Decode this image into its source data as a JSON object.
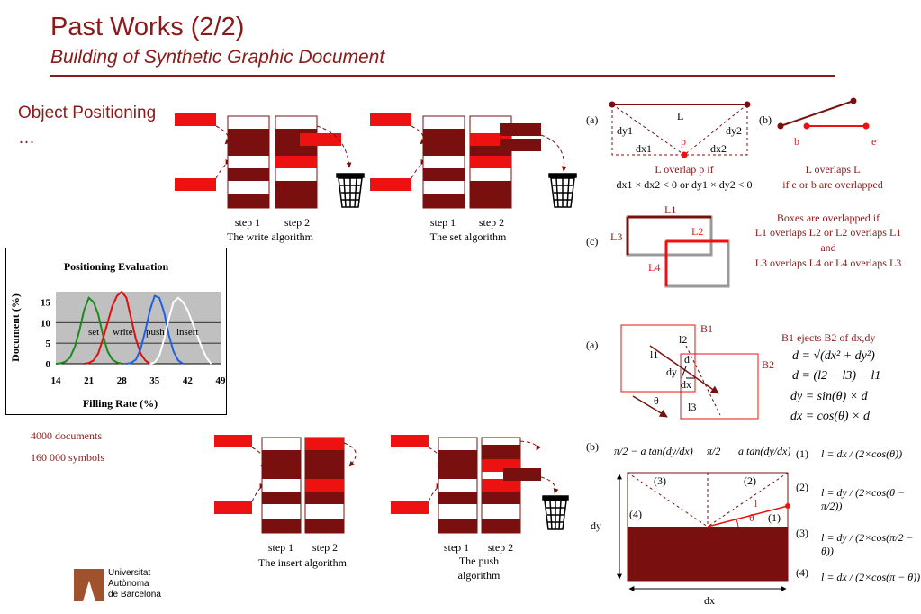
{
  "slide": {
    "title": "Past Works (2/2)",
    "subtitle": "Building of Synthetic Graphic Document",
    "object_positioning": "Object Positioning …",
    "stats_documents": "4000 documents",
    "stats_symbols": "160 000 symbols",
    "university_line1": "Universitat",
    "university_line2": "Autònoma",
    "university_line3": "de Barcelona"
  },
  "algorithms": {
    "write": {
      "step1": "step 1",
      "step2": "step 2",
      "name": "The write algorithm"
    },
    "set": {
      "step1": "step 1",
      "step2": "step 2",
      "name": "The set algorithm"
    },
    "insert": {
      "step1": "step 1",
      "step2": "step 2",
      "name": "The insert algorithm"
    },
    "push": {
      "step1": "step 1",
      "step2": "step 2",
      "name_line1": "The push",
      "name_line2": "algorithm"
    }
  },
  "overlap": {
    "a_label": "(a)",
    "b_label": "(b)",
    "c_label": "(c)",
    "L": "L",
    "dy1": "dy1",
    "dy2": "dy2",
    "dx1": "dx1",
    "dx2": "dx2",
    "p": "p",
    "b": "b",
    "e": "e",
    "a_cap1": "L overlap p if",
    "a_cap2": "dx1 × dx2 < 0 or dy1 × dy2 < 0",
    "b_cap1": "L overlaps L",
    "b_cap2": "if e or b are overlapped",
    "L1": "L1",
    "L2": "L2",
    "L3": "L3",
    "L4": "L4",
    "c_cap1": "Boxes are overlapped if",
    "c_cap2": "L1 overlaps L2 or L2 overlaps L1",
    "c_cap3": "and",
    "c_cap4": "L3 overlaps L4 or L4 overlaps L3"
  },
  "ejection": {
    "a_label": "(a)",
    "B1": "B1",
    "B2": "B2",
    "l1": "l1",
    "l2": "l2",
    "l3": "l3",
    "d": "d",
    "dx": "dx",
    "dy": "dy",
    "theta": "θ",
    "caption": "B1 ejects B2 of dx,dy",
    "f1": "d = √(dx² + dy²)",
    "f2": "d = (l2 + l3) − l1",
    "f3": "dy = sin(θ) × d",
    "f4": "dx = cos(θ) × d"
  },
  "angles": {
    "b_label": "(b)",
    "range1": "π/2 − a tan(dy/dx)",
    "range2": "π/2",
    "range3": "a tan(dy/dx)",
    "r1": "(1)",
    "r2": "(2)",
    "r3": "(3)",
    "r4": "(4)",
    "dy": "dy",
    "dx": "dx",
    "l": "l",
    "theta": "θ",
    "eq1": "l = dx / (2×cos(θ))",
    "eq2": "l = dy / (2×cos(θ − π/2))",
    "eq3": "l = dy / (2×cos(π/2 − θ))",
    "eq4": "l = dx / (2×cos(π − θ))"
  },
  "chart_data": {
    "type": "line",
    "title": "Positioning Evaluation",
    "xlabel": "Filling Rate (%)",
    "ylabel": "Document (%)",
    "x_ticks": [
      14,
      21,
      28,
      35,
      42,
      49
    ],
    "y_ticks": [
      0,
      5,
      10,
      15
    ],
    "xlim": [
      14,
      49
    ],
    "ylim": [
      0,
      17.5
    ],
    "grid": true,
    "series": [
      {
        "name": "set",
        "color": "#1a8a1a",
        "x": [
          14,
          15,
          16,
          17,
          18,
          19,
          20,
          21,
          22,
          23,
          24,
          25,
          26,
          27,
          28
        ],
        "y": [
          0,
          0.1,
          0.5,
          1.5,
          4,
          8,
          13,
          16,
          15,
          12,
          7,
          3,
          1,
          0.3,
          0
        ]
      },
      {
        "name": "write",
        "color": "#e01010",
        "x": [
          20,
          21,
          22,
          23,
          24,
          25,
          26,
          27,
          28,
          29,
          30,
          31,
          32,
          33,
          34
        ],
        "y": [
          0,
          0.2,
          0.8,
          2.5,
          6,
          10,
          14,
          16.5,
          17.5,
          16,
          11,
          6,
          2.5,
          0.8,
          0
        ]
      },
      {
        "name": "push",
        "color": "#2060e0",
        "x": [
          29,
          30,
          31,
          32,
          33,
          34,
          35,
          36,
          37,
          38,
          39,
          40,
          41
        ],
        "y": [
          0,
          0.2,
          1,
          3.5,
          8,
          13,
          16.5,
          16,
          12.5,
          7,
          3,
          0.8,
          0
        ]
      },
      {
        "name": "insert",
        "color": "#ffffff",
        "x": [
          34,
          35,
          36,
          37,
          38,
          39,
          40,
          41,
          42,
          43,
          44,
          45,
          46,
          47
        ],
        "y": [
          0,
          0.3,
          2,
          6,
          11,
          15,
          16,
          15,
          13,
          10,
          7,
          4,
          1.5,
          0
        ]
      }
    ]
  },
  "colors": {
    "dark": "#7a0f0f",
    "red": "#ee1111",
    "title": "#8b1a1a"
  }
}
